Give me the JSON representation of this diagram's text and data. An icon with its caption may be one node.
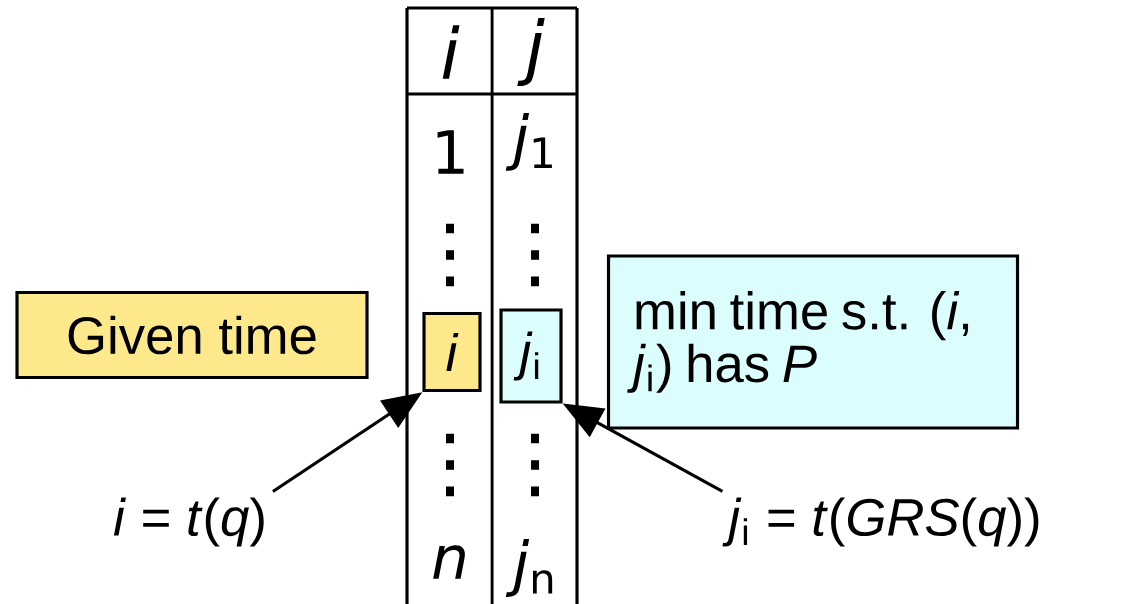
{
  "diagram": {
    "nodes": [
      {
        "text": [
          "Given time"
        ]
      },
      {
        "text": [
          "*i*"
        ]
      },
      {
        "text": [
          "*j*$_{i}$"
        ]
      },
      {
        "text": [
          "min time s.t. (*i*, *j*$_{i}$) has *P*"
        ]
      },
      {
        "text": [
          "*i* = *t*(*q*)"
        ]
      },
      {
        "text": [
          "*j*$_{i}$ = *t*(*GRS*(*q*))"
        ]
      }
    ],
    "edges": [
      {
        "from": 4,
        "to": 1,
        "arrow": "to"
      },
      {
        "from": 5,
        "to": 2,
        "arrow": "to"
      }
    ],
    "labels": [
      "*i*",
      "*j*",
      "1",
      "*j*$_{1}$",
      "⋮",
      "⋮",
      "⋮",
      "⋮",
      "*n*",
      "*j*$_{n}$"
    ]
  }
}
